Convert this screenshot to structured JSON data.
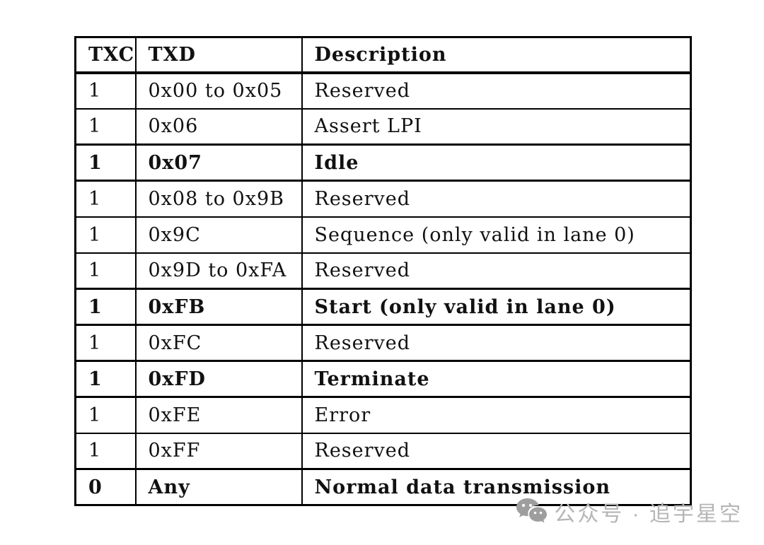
{
  "table": {
    "columns": [
      "TXC",
      "TXD",
      "Description"
    ],
    "rows": [
      {
        "txc": "1",
        "txd": "0x00 to 0x05",
        "desc": "Reserved",
        "bold": false
      },
      {
        "txc": "1",
        "txd": "0x06",
        "desc": "Assert LPI",
        "bold": false
      },
      {
        "txc": "1",
        "txd": "0x07",
        "desc": "Idle",
        "bold": true
      },
      {
        "txc": "1",
        "txd": "0x08 to 0x9B",
        "desc": "Reserved",
        "bold": false
      },
      {
        "txc": "1",
        "txd": "0x9C",
        "desc": "Sequence (only valid in lane 0)",
        "bold": false
      },
      {
        "txc": "1",
        "txd": "0x9D to 0xFA",
        "desc": "Reserved",
        "bold": false
      },
      {
        "txc": "1",
        "txd": "0xFB",
        "desc": "Start (only valid in lane 0)",
        "bold": true
      },
      {
        "txc": "1",
        "txd": "0xFC",
        "desc": "Reserved",
        "bold": false
      },
      {
        "txc": "1",
        "txd": "0xFD",
        "desc": "Terminate",
        "bold": true
      },
      {
        "txc": "1",
        "txd": "0xFE",
        "desc": "Error",
        "bold": false
      },
      {
        "txc": "1",
        "txd": "0xFF",
        "desc": "Reserved",
        "bold": false
      },
      {
        "txc": "0",
        "txd": "Any",
        "desc": "Normal data transmission",
        "bold": true
      }
    ],
    "border_color": "#000000"
  },
  "watermark": {
    "icon": "wechat-icon",
    "text": "公众号 · 追宇星空",
    "text_color": "#b5b5b5",
    "icon_color": "#9e9e9e"
  }
}
